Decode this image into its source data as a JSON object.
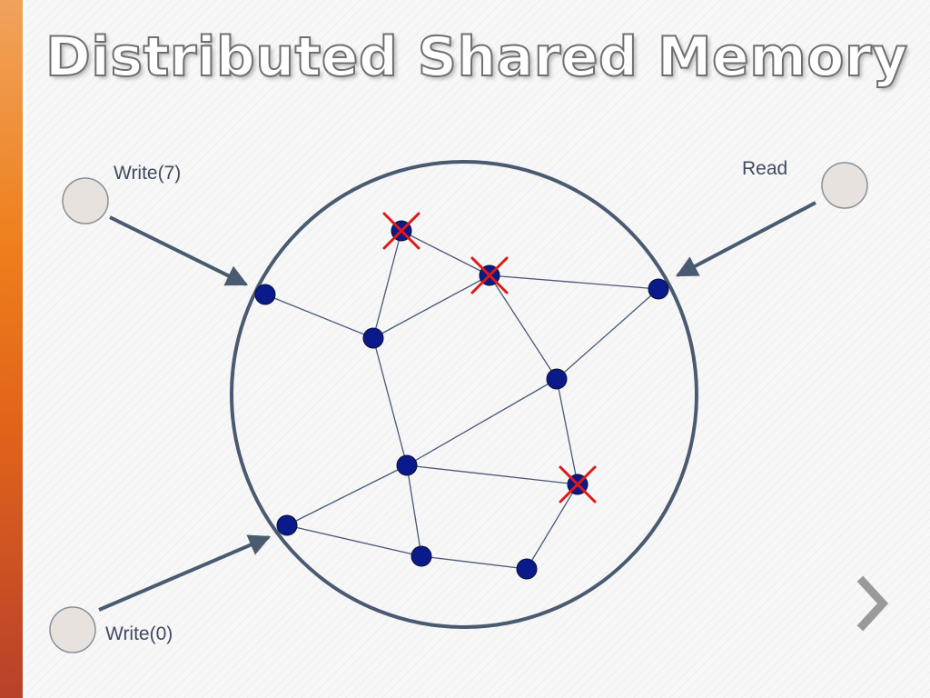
{
  "slide": {
    "title": "Distributed Shared Memory"
  },
  "diagram": {
    "clients": [
      {
        "id": "client-write7",
        "label": "Write(7)",
        "operation": "write",
        "value": 7
      },
      {
        "id": "client-read",
        "label": "Read",
        "operation": "read"
      },
      {
        "id": "client-write0",
        "label": "Write(0)",
        "operation": "write",
        "value": 0
      }
    ],
    "nodes": [
      {
        "id": "n1",
        "failed": false
      },
      {
        "id": "n2",
        "failed": true
      },
      {
        "id": "n3",
        "failed": true
      },
      {
        "id": "n4",
        "failed": false
      },
      {
        "id": "n5",
        "failed": false
      },
      {
        "id": "n6",
        "failed": false
      },
      {
        "id": "n7",
        "failed": false
      },
      {
        "id": "n8",
        "failed": true
      },
      {
        "id": "n9",
        "failed": false
      },
      {
        "id": "n10",
        "failed": false
      },
      {
        "id": "n11",
        "failed": false
      }
    ],
    "edges": [
      [
        "n1",
        "n5"
      ],
      [
        "n5",
        "n2"
      ],
      [
        "n2",
        "n3"
      ],
      [
        "n5",
        "n3"
      ],
      [
        "n3",
        "n4"
      ],
      [
        "n3",
        "n6"
      ],
      [
        "n4",
        "n6"
      ],
      [
        "n5",
        "n7"
      ],
      [
        "n6",
        "n7"
      ],
      [
        "n6",
        "n8"
      ],
      [
        "n7",
        "n8"
      ],
      [
        "n7",
        "n9"
      ],
      [
        "n7",
        "n10"
      ],
      [
        "n9",
        "n10"
      ],
      [
        "n10",
        "n11"
      ],
      [
        "n11",
        "n8"
      ]
    ],
    "colors": {
      "node": "#0a1a8a",
      "node_stroke": "#0a1030",
      "edge": "#4a5878",
      "boundary": "#4a5a70",
      "arrow": "#4a5a70",
      "failure_mark": "#e01818",
      "client_fill": "#e8e2de",
      "client_stroke": "#8a8f96"
    }
  },
  "navigation": {
    "next_icon": "chevron-right-icon"
  }
}
